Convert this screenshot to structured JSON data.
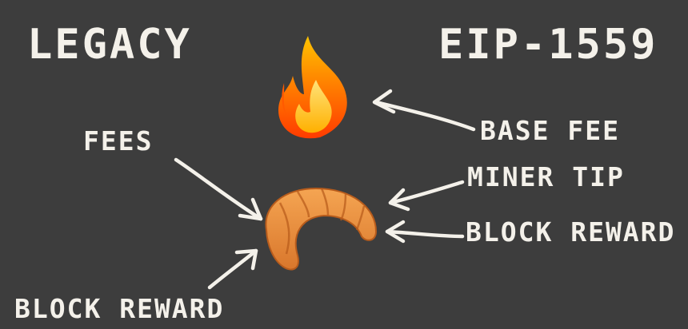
{
  "left": {
    "title": "LEGACY",
    "fees": "FEES",
    "block_reward": "BLOCK REWARD"
  },
  "right": {
    "title": "EIP-1559",
    "base_fee": "BASE FEE",
    "miner_tip": "MINER TIP",
    "block_reward": "BLOCK REWARD"
  },
  "icons": {
    "top": "flame-icon",
    "center": "croissant-icon"
  },
  "colors": {
    "background": "#3d3d3d",
    "text": "#f4f1ea",
    "flame": "#ff7a00",
    "croissant": "#e08b3a"
  }
}
